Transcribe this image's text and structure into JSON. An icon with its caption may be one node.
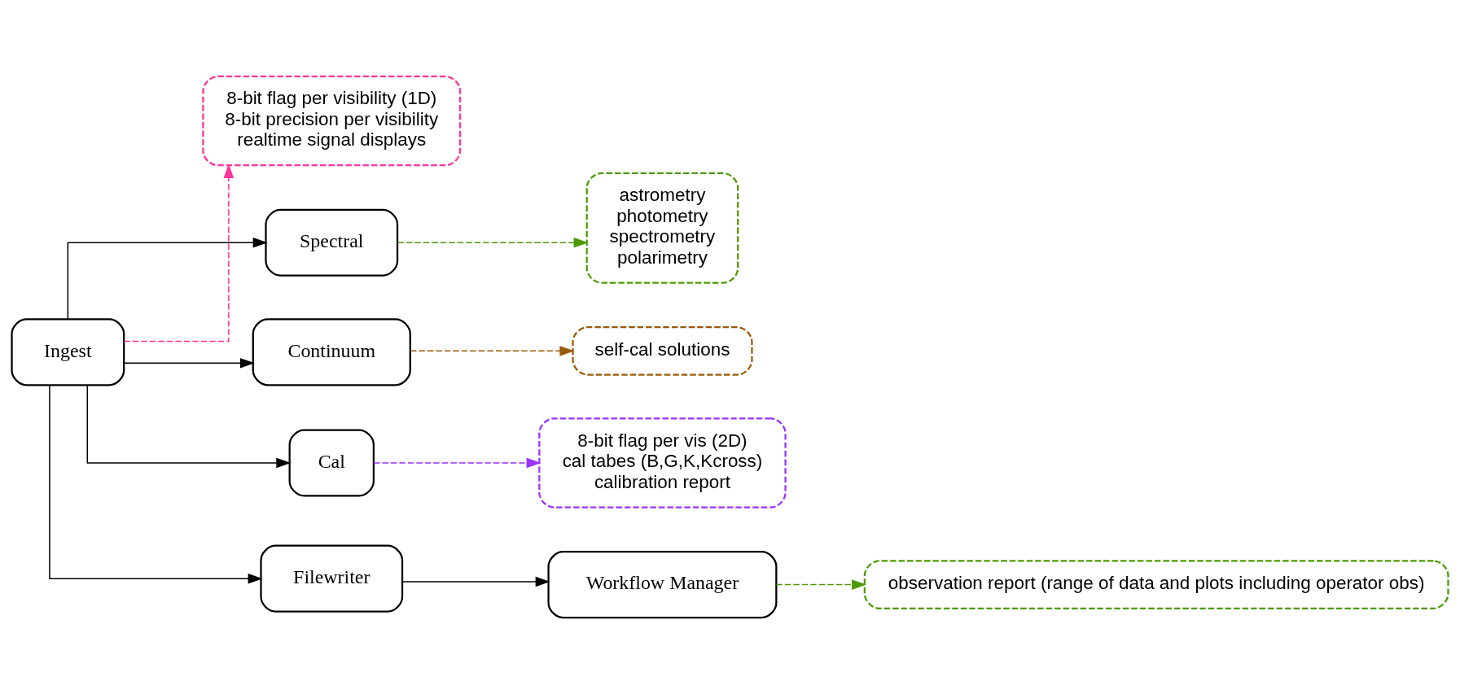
{
  "diagram": {
    "nodes": [
      {
        "text": [
          "8-bit flag per visibility (1D)",
          "8-bit precision per visibility",
          "realtime signal displays"
        ]
      },
      {
        "text": [
          "Spectral"
        ]
      },
      {
        "text": [
          "astrometry",
          "photometry",
          "spectrometry",
          "polarimetry"
        ]
      },
      {
        "text": [
          "Continuum"
        ]
      },
      {
        "text": [
          "self-cal solutions"
        ]
      },
      {
        "text": [
          "Ingest"
        ]
      },
      {
        "text": [
          "Cal"
        ]
      },
      {
        "text": [
          "8-bit flag per vis (2D)",
          "cal tabes (B,G,K,Kcross)",
          "calibration report"
        ]
      },
      {
        "text": [
          "Filewriter"
        ]
      },
      {
        "text": [
          "Workflow Manager"
        ]
      },
      {
        "text": [
          "observation report (range of data and plots including operator obs)"
        ]
      }
    ],
    "edges": [
      {
        "from": 5,
        "to": 0,
        "arrow": "to",
        "style": "dashed",
        "color": "#ff3399"
      },
      {
        "from": 5,
        "to": 1,
        "arrow": "to"
      },
      {
        "from": 5,
        "to": 3,
        "arrow": "to"
      },
      {
        "from": 5,
        "to": 6,
        "arrow": "to"
      },
      {
        "from": 5,
        "to": 8,
        "arrow": "to"
      },
      {
        "from": 1,
        "to": 2,
        "arrow": "to",
        "style": "dashed",
        "color": "#4d9900"
      },
      {
        "from": 3,
        "to": 4,
        "arrow": "to",
        "style": "dashed",
        "color": "#99590a"
      },
      {
        "from": 6,
        "to": 7,
        "arrow": "to",
        "style": "dashed",
        "color": "#9933ff"
      },
      {
        "from": 8,
        "to": 9,
        "arrow": "to"
      },
      {
        "from": 9,
        "to": 10,
        "arrow": "to",
        "style": "dashed",
        "color": "#4d9900"
      }
    ]
  }
}
